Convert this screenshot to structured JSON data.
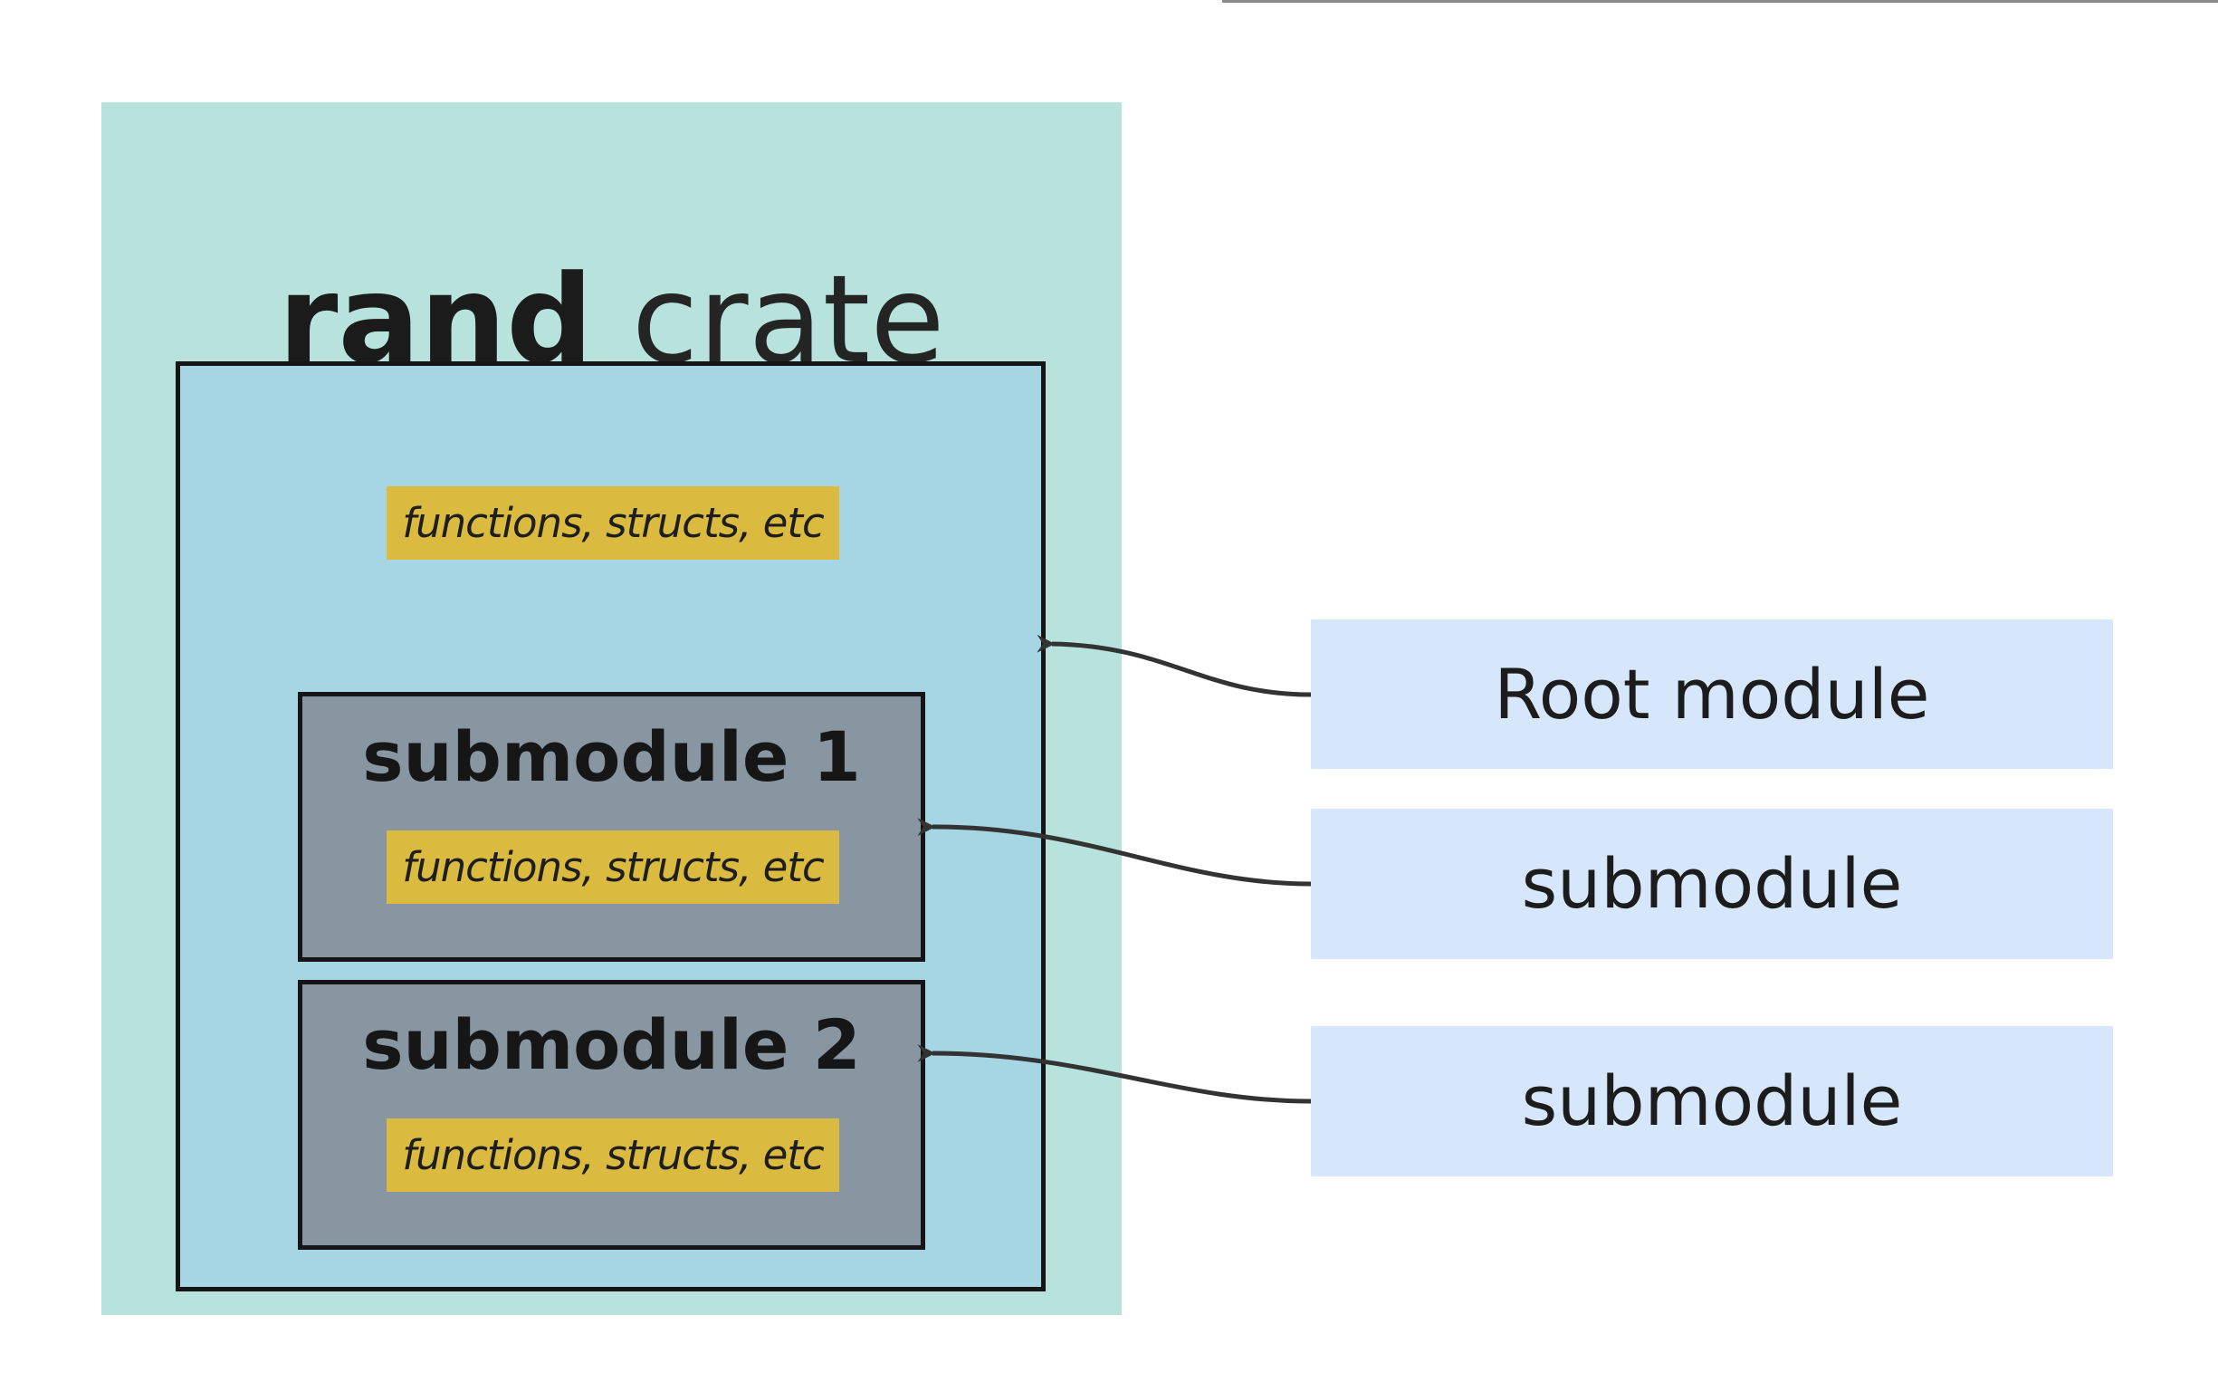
{
  "crate": {
    "title_bold": "rand",
    "title_rest": "crate"
  },
  "root": {
    "items_label": "functions, structs, etc"
  },
  "submodules": [
    {
      "title": "submodule 1",
      "items_label": "functions, structs, etc"
    },
    {
      "title": "submodule 2",
      "items_label": "functions, structs, etc"
    }
  ],
  "legend": {
    "root_label": "Root module",
    "submodule_label_1": "submodule",
    "submodule_label_2": "submodule"
  },
  "colors": {
    "crate_bg": "#b7e3dc",
    "root_bg": "#a6d5e3",
    "submodule_bg": "#8896a1",
    "tag_bg": "#dbbb3f",
    "label_bg": "#d7e7fb",
    "border": "#151515",
    "arrow": "#333333"
  }
}
